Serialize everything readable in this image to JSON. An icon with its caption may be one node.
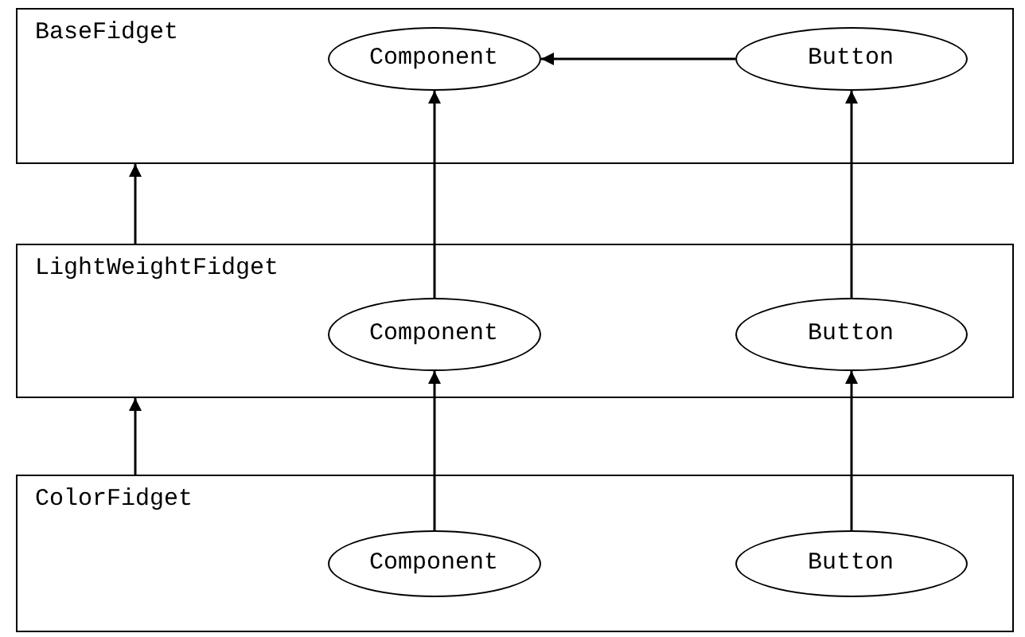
{
  "diagram": {
    "nodes": [
      {
        "text": [
          "BaseFidget"
        ]
      },
      {
        "text": [
          "Component"
        ],
        "in": 0
      },
      {
        "text": [
          "Button"
        ],
        "in": 0
      },
      {
        "text": [
          "LightWeightFidget"
        ]
      },
      {
        "text": [
          "Component"
        ],
        "in": 3
      },
      {
        "text": [
          "Button"
        ],
        "in": 3
      },
      {
        "text": [
          "ColorFidget"
        ]
      },
      {
        "text": [
          "Component"
        ],
        "in": 6
      },
      {
        "text": [
          "Button"
        ],
        "in": 6
      }
    ],
    "edges": [
      {
        "from": 2,
        "to": 1,
        "arrow": "to"
      },
      {
        "from": 3,
        "to": 0,
        "arrow": "to"
      },
      {
        "from": 4,
        "to": 1,
        "arrow": "to"
      },
      {
        "from": 5,
        "to": 2,
        "arrow": "to"
      },
      {
        "from": 6,
        "to": 3,
        "arrow": "to"
      },
      {
        "from": 7,
        "to": 4,
        "arrow": "to"
      },
      {
        "from": 8,
        "to": 5,
        "arrow": "to"
      }
    ]
  }
}
